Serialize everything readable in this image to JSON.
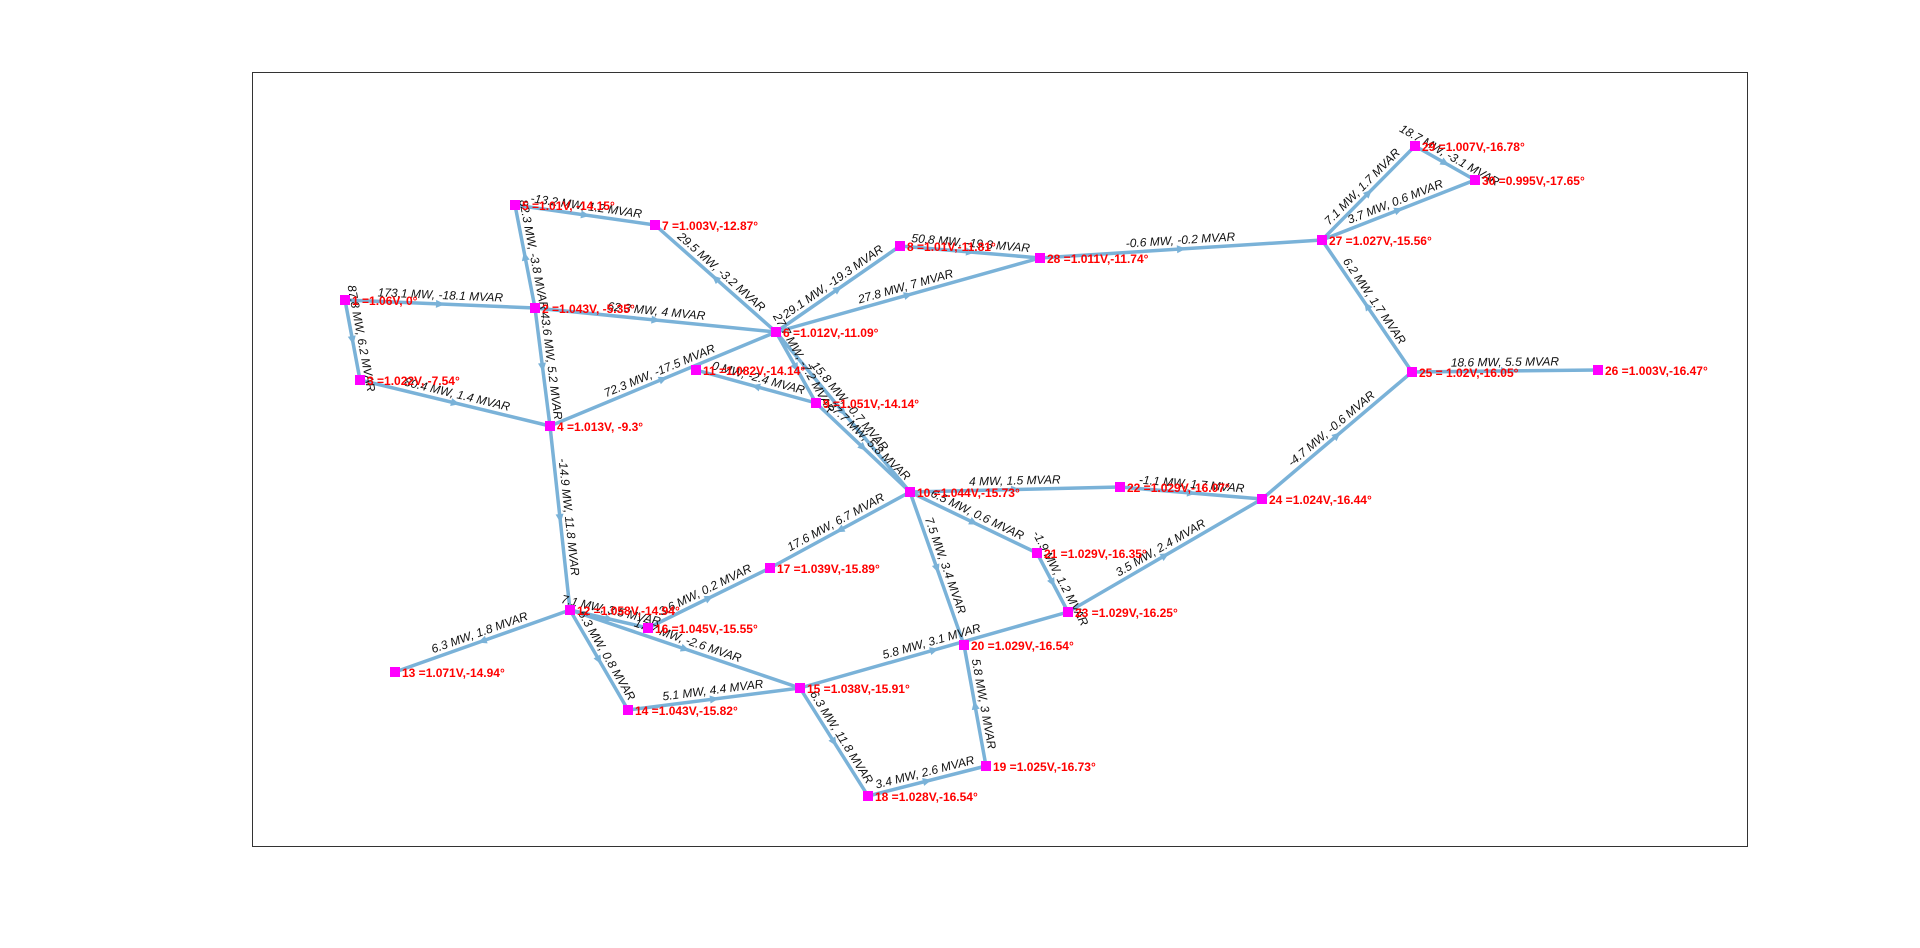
{
  "buses": [
    {
      "id": "1",
      "label": "1 =1.06V,   0°"
    },
    {
      "id": "2",
      "label": "2 =1.043V, -5.35°"
    },
    {
      "id": "3",
      "label": "3 =1.022V,  -7.54°"
    },
    {
      "id": "4",
      "label": "4 =1.013V,  -9.3°"
    },
    {
      "id": "5",
      "label": "5 =1.01V, -14.15°"
    },
    {
      "id": "6",
      "label": "6 =1.012V,-11.09°"
    },
    {
      "id": "7",
      "label": "7 =1.003V,-12.87°"
    },
    {
      "id": "8",
      "label": "8 =1.01V,-11.81°"
    },
    {
      "id": "9",
      "label": "9 =1.051V,-14.14°"
    },
    {
      "id": "10",
      "label": "10 =1.044V,-15.73°"
    },
    {
      "id": "11",
      "label": "11 =1.082V,-14.14°"
    },
    {
      "id": "12",
      "label": "12 =1.058V,-14.94°"
    },
    {
      "id": "13",
      "label": "13 =1.071V,-14.94°"
    },
    {
      "id": "14",
      "label": "14 =1.043V,-15.82°"
    },
    {
      "id": "15",
      "label": "15 =1.038V,-15.91°"
    },
    {
      "id": "16",
      "label": "16 =1.045V,-15.55°"
    },
    {
      "id": "17",
      "label": "17 =1.039V,-15.89°"
    },
    {
      "id": "18",
      "label": "18 =1.028V,-16.54°"
    },
    {
      "id": "19",
      "label": "19 =1.025V,-16.73°"
    },
    {
      "id": "20",
      "label": "20 =1.029V,-16.54°"
    },
    {
      "id": "21",
      "label": "21 =1.029V,-16.35°"
    },
    {
      "id": "22",
      "label": "22 =1.029V,-16.07°"
    },
    {
      "id": "23",
      "label": "23 =1.029V,-16.25°"
    },
    {
      "id": "24",
      "label": "24 =1.024V,-16.44°"
    },
    {
      "id": "25",
      "label": "25 = 1.02V,-16.05°"
    },
    {
      "id": "26",
      "label": "26 =1.003V,-16.47°"
    },
    {
      "id": "27",
      "label": "27 =1.027V,-15.56°"
    },
    {
      "id": "28",
      "label": "28 =1.011V,-11.74°"
    },
    {
      "id": "29",
      "label": "29 =1.007V,-16.78°"
    },
    {
      "id": "30",
      "label": "30 =0.995V,-17.65°"
    }
  ],
  "lines": [
    {
      "from": "1",
      "to": "2",
      "label": "173.1 MW, -18.1 MVAR"
    },
    {
      "from": "1",
      "to": "3",
      "label": "87.8 MW,  6.2 MVAR"
    },
    {
      "from": "2",
      "to": "4",
      "label": "43.6 MW,  5.2 MVAR"
    },
    {
      "from": "3",
      "to": "4",
      "label": "80.4 MW,  1.4 MVAR"
    },
    {
      "from": "2",
      "to": "5",
      "label": "82.3 MW, -3.8 MVAR"
    },
    {
      "from": "2",
      "to": "6",
      "label": "62.3 MW,   4 MVAR"
    },
    {
      "from": "4",
      "to": "6",
      "label": "72.3 MW, -17.5 MVAR"
    },
    {
      "from": "5",
      "to": "7",
      "label": "-13.2 MW, 1.2 MVAR"
    },
    {
      "from": "6",
      "to": "7",
      "label": "29.5 MW, -3.2 MVAR"
    },
    {
      "from": "6",
      "to": "8",
      "label": "29.1 MW, -19.3 MVAR"
    },
    {
      "from": "6",
      "to": "9",
      "label": "27.7 MW, -7.2 MVAR"
    },
    {
      "from": "6",
      "to": "10",
      "label": "15.8 MW, -0.7 MVAR"
    },
    {
      "from": "9",
      "to": "11",
      "label": "0 MW, -2.4 MVAR"
    },
    {
      "from": "9",
      "to": "10",
      "label": "27.7 MW, 5.8 MVAR"
    },
    {
      "from": "4",
      "to": "12",
      "label": "-14.9 MW, 11.8 MVAR"
    },
    {
      "from": "12",
      "to": "13",
      "label": "6.3 MW,  1.8 MVAR"
    },
    {
      "from": "12",
      "to": "14",
      "label": "6.3 MW,  0.8 MVAR"
    },
    {
      "from": "12",
      "to": "15",
      "label": "17.7 MW,  -2.6 MVAR"
    },
    {
      "from": "12",
      "to": "16",
      "label": "7.1 MW,  3.5 MVAR"
    },
    {
      "from": "14",
      "to": "15",
      "label": "5.1 MW,  4.4 MVAR"
    },
    {
      "from": "16",
      "to": "17",
      "label": "3.6 MW,  0.2 MVAR"
    },
    {
      "from": "15",
      "to": "18",
      "label": "6.3 MW,  11.8 MVAR"
    },
    {
      "from": "18",
      "to": "19",
      "label": "3.4 MW,  2.6 MVAR"
    },
    {
      "from": "19",
      "to": "20",
      "label": "5.8 MW,   3 MVAR"
    },
    {
      "from": "10",
      "to": "20",
      "label": "7.5 MW,  3.4 MVAR"
    },
    {
      "from": "10",
      "to": "17",
      "label": "17.6 MW,  6.7 MVAR"
    },
    {
      "from": "10",
      "to": "21",
      "label": "6.5 MW,  0.6 MVAR"
    },
    {
      "from": "10",
      "to": "22",
      "label": "4 MW,  1.5 MVAR"
    },
    {
      "from": "21",
      "to": "23",
      "label": "-1.9 MW,  1.2 MVAR"
    },
    {
      "from": "15",
      "to": "23",
      "label": "5.8 MW,  3.1 MVAR"
    },
    {
      "from": "22",
      "to": "24",
      "label": "-1.1 MW,  1.7 MVAR"
    },
    {
      "from": "23",
      "to": "24",
      "label": "3.5 MW,  2.4 MVAR"
    },
    {
      "from": "24",
      "to": "25",
      "label": "-4.7 MW, -0.6 MVAR"
    },
    {
      "from": "25",
      "to": "26",
      "label": "18.6 MW,  5.5 MVAR"
    },
    {
      "from": "25",
      "to": "27",
      "label": "6.2 MW,  1.7 MVAR"
    },
    {
      "from": "28",
      "to": "27",
      "label": "-0.6 MW,  -0.2 MVAR"
    },
    {
      "from": "27",
      "to": "29",
      "label": "7.1 MW,  1.7 MVAR"
    },
    {
      "from": "27",
      "to": "30",
      "label": "3.7 MW,  0.6 MVAR"
    },
    {
      "from": "29",
      "to": "30",
      "label": "18.7 MW, -3.1 MVAR"
    },
    {
      "from": "8",
      "to": "28",
      "label": "50.8 MW, -19.3 MVAR"
    },
    {
      "from": "6",
      "to": "28",
      "label": "27.8 MW,   7 MVAR"
    }
  ],
  "colors": {
    "line": "#7ab2d8",
    "bus": "#ff00ff",
    "bus_label": "#ff0000",
    "line_label": "#111111"
  }
}
